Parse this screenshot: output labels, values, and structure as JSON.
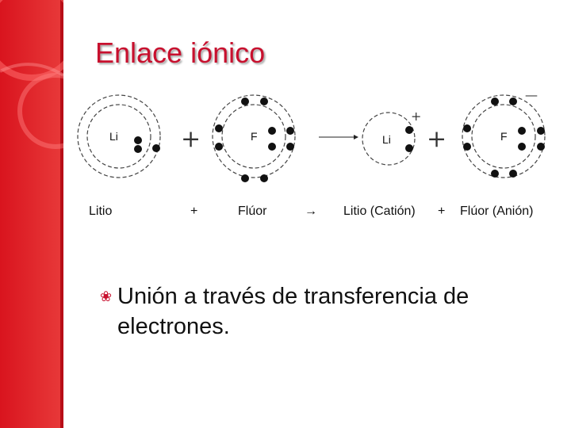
{
  "slide": {
    "title": "Enlace iónico",
    "bullet": "Unión a través de transferencia de electrones."
  },
  "diagram": {
    "atoms": [
      {
        "symbol": "Li",
        "charge": ""
      },
      {
        "symbol": "F",
        "charge": ""
      },
      {
        "symbol": "Li",
        "charge": "+"
      },
      {
        "symbol": "F",
        "charge": "—"
      }
    ],
    "operators": [
      "+",
      "+"
    ],
    "captions": [
      "Litio",
      "+",
      "Flúor",
      "→",
      "Litio (Catión)",
      "+",
      "Flúor (Anión)"
    ]
  },
  "colors": {
    "accent": "#c8102e",
    "accent_light": "#e8333f",
    "text": "#111111",
    "shell": "#444444"
  }
}
